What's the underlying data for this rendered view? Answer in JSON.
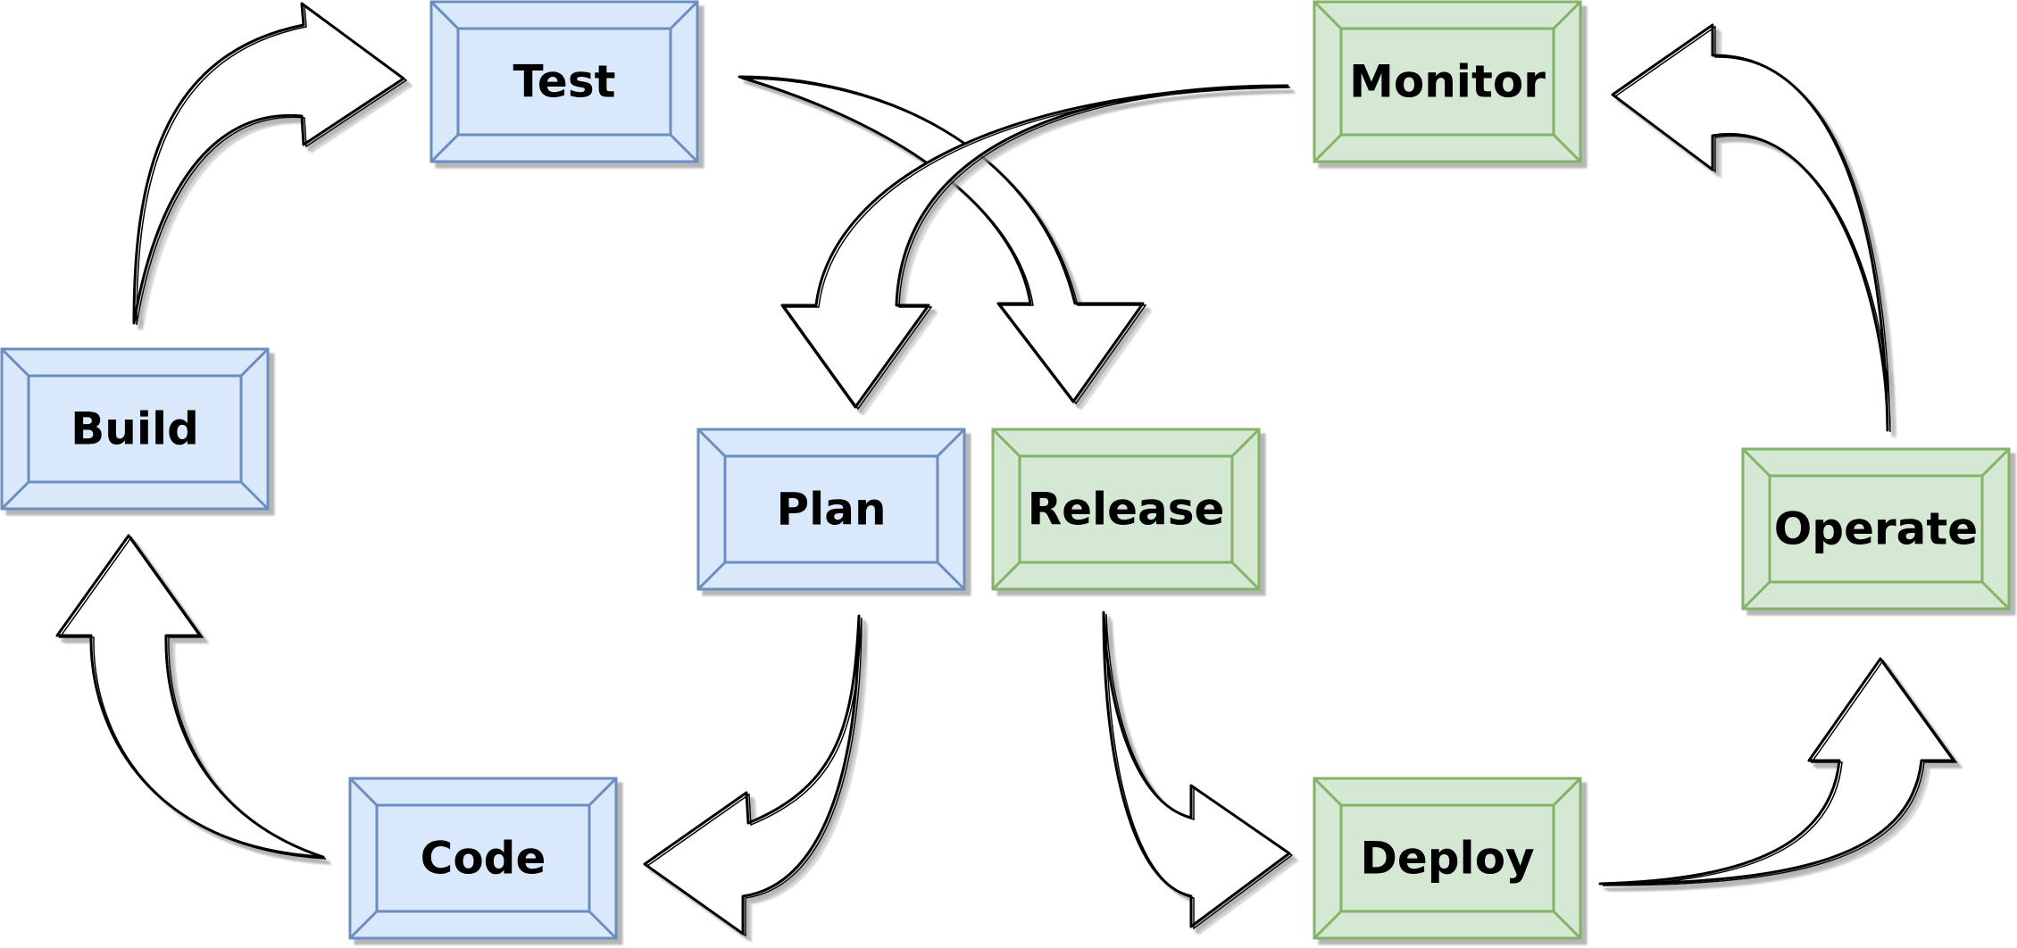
{
  "colors": {
    "blue_fill": "#dae8fc",
    "blue_stroke": "#6c8ebf",
    "green_fill": "#d5e8d4",
    "green_stroke": "#82b366",
    "arrow_stroke": "#000000",
    "arrow_fill": "#ffffff",
    "shadow": "#9e9e9e"
  },
  "nodes": [
    {
      "id": "test",
      "label": "Test",
      "group": "blue"
    },
    {
      "id": "build",
      "label": "Build",
      "group": "blue"
    },
    {
      "id": "code",
      "label": "Code",
      "group": "blue"
    },
    {
      "id": "plan",
      "label": "Plan",
      "group": "blue"
    },
    {
      "id": "release",
      "label": "Release",
      "group": "green"
    },
    {
      "id": "deploy",
      "label": "Deploy",
      "group": "green"
    },
    {
      "id": "operate",
      "label": "Operate",
      "group": "green"
    },
    {
      "id": "monitor",
      "label": "Monitor",
      "group": "green"
    }
  ],
  "edges": [
    {
      "from": "plan",
      "to": "code"
    },
    {
      "from": "code",
      "to": "build"
    },
    {
      "from": "build",
      "to": "test"
    },
    {
      "from": "test",
      "to": "release"
    },
    {
      "from": "release",
      "to": "deploy"
    },
    {
      "from": "deploy",
      "to": "operate"
    },
    {
      "from": "operate",
      "to": "monitor"
    },
    {
      "from": "monitor",
      "to": "plan"
    }
  ]
}
